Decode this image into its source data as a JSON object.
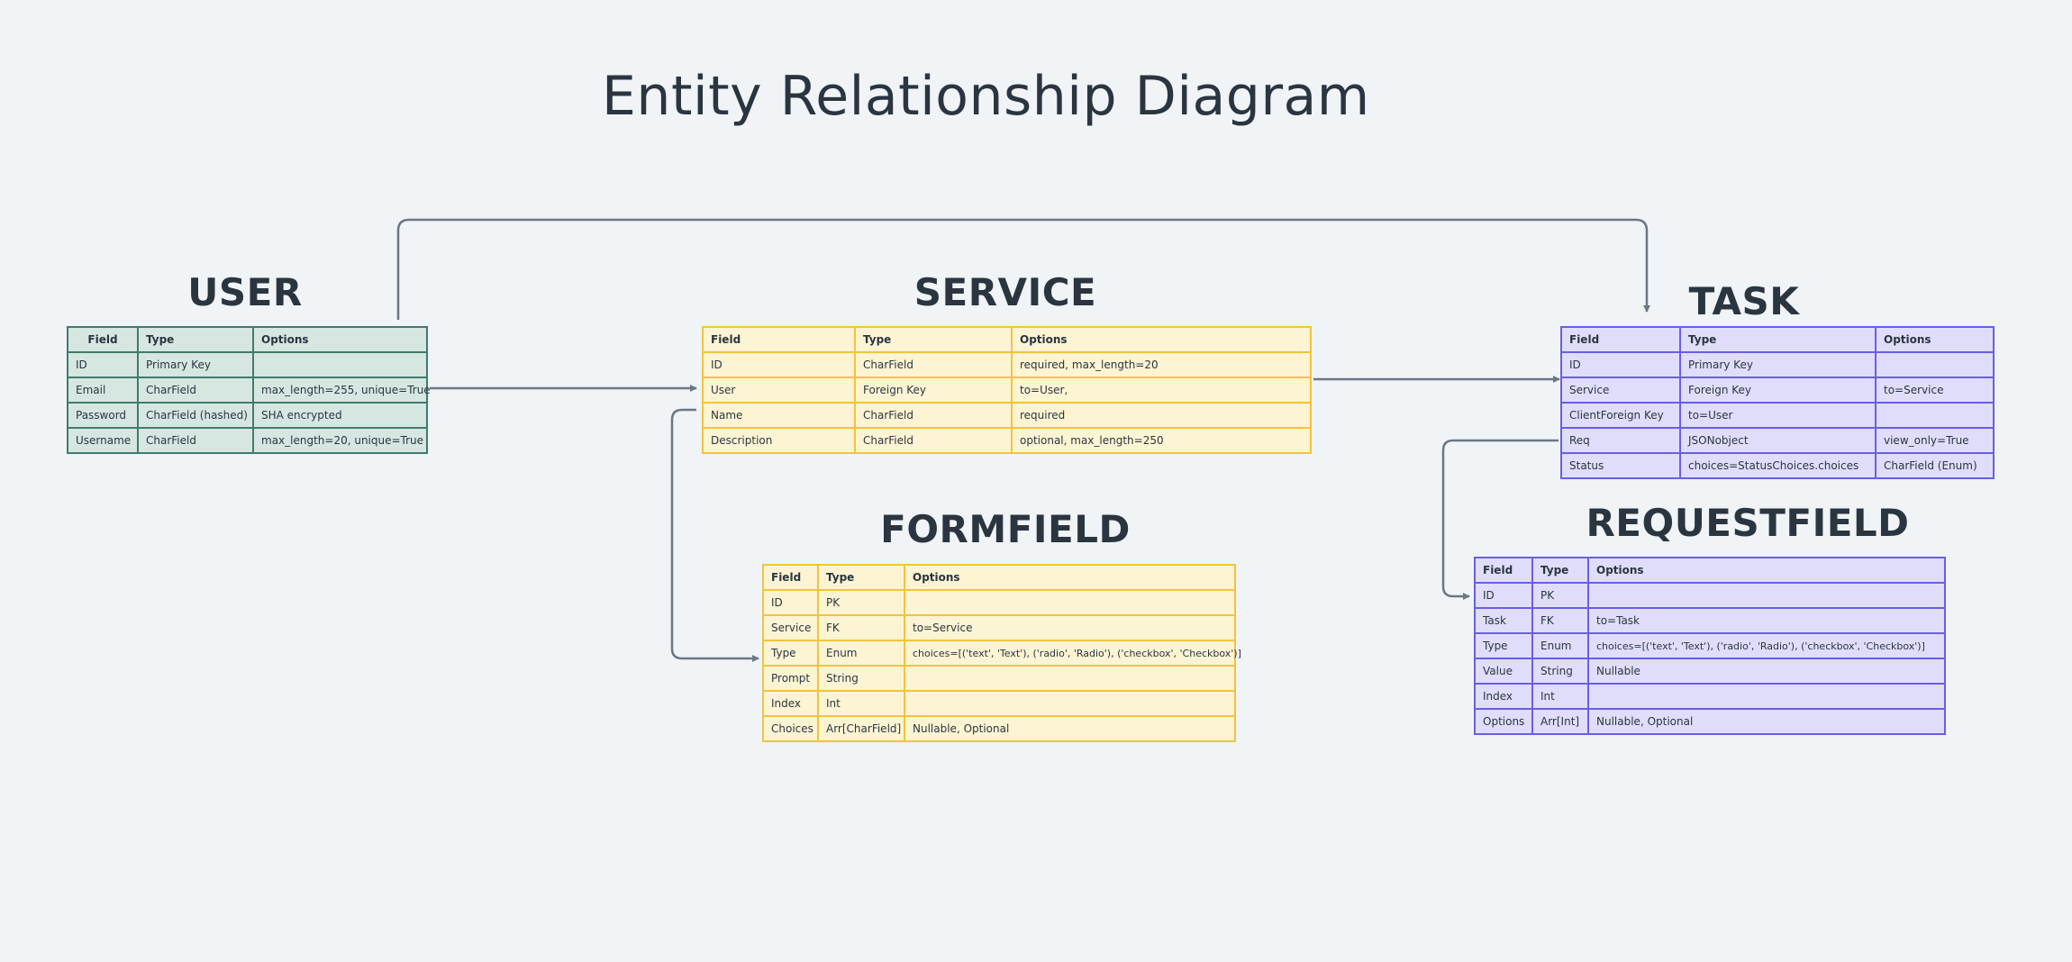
{
  "title": "Entity Relationship Diagram",
  "colors": {
    "background": "#f0f4f7",
    "connector": "#6c7785",
    "user_table": "#d6e6e1",
    "service_table": "#fdf4d3",
    "task_table": "#dfddfa"
  },
  "entities": {
    "user": {
      "name": "USER",
      "headers": [
        "Field",
        "Type",
        "Options"
      ],
      "rows": [
        [
          "ID",
          "Primary Key",
          ""
        ],
        [
          "Email",
          "CharField",
          "max_length=255, unique=True"
        ],
        [
          "Password",
          "CharField (hashed)",
          "SHA encrypted"
        ],
        [
          "Username",
          "CharField",
          "max_length=20, unique=True"
        ]
      ]
    },
    "service": {
      "name": "SERVICE",
      "headers": [
        "Field",
        "Type",
        "Options"
      ],
      "rows": [
        [
          "ID",
          "CharField",
          "required, max_length=20"
        ],
        [
          "User",
          "Foreign Key",
          "to=User,"
        ],
        [
          "Name",
          "CharField",
          "required"
        ],
        [
          "Description",
          "CharField",
          "optional, max_length=250"
        ]
      ]
    },
    "task": {
      "name": "TASK",
      "headers": [
        "Field",
        "Type",
        "Options"
      ],
      "rows": [
        [
          "ID",
          "Primary Key",
          ""
        ],
        [
          "Service",
          "Foreign Key",
          "to=Service"
        ],
        [
          "ClientForeign Key",
          "to=User",
          ""
        ],
        [
          "Req",
          "JSONobject",
          "view_only=True"
        ],
        [
          "Status",
          "choices=StatusChoices.choices",
          "CharField (Enum)"
        ]
      ]
    },
    "formfield": {
      "name": "FORMFIELD",
      "headers": [
        "Field",
        "Type",
        "Options"
      ],
      "rows": [
        [
          "ID",
          "PK",
          ""
        ],
        [
          "Service",
          "FK",
          "to=Service"
        ],
        [
          "Type",
          "Enum",
          "choices=[('text', 'Text'), ('radio', 'Radio'), ('checkbox', 'Checkbox')]"
        ],
        [
          "Prompt",
          "String",
          ""
        ],
        [
          "Index",
          "Int",
          ""
        ],
        [
          "Choices",
          "Arr[CharField]",
          "Nullable, Optional"
        ]
      ]
    },
    "requestfield": {
      "name": "REQUESTFIELD",
      "headers": [
        "Field",
        "Type",
        "Options"
      ],
      "rows": [
        [
          "ID",
          "PK",
          ""
        ],
        [
          "Task",
          "FK",
          "to=Task"
        ],
        [
          "Type",
          "Enum",
          "choices=[('text', 'Text'), ('radio', 'Radio'), ('checkbox', 'Checkbox')]"
        ],
        [
          "Value",
          "String",
          "Nullable"
        ],
        [
          "Index",
          "Int",
          ""
        ],
        [
          "Options",
          "Arr[Int]",
          "Nullable, Optional"
        ]
      ]
    }
  },
  "relationships": [
    {
      "from": "user",
      "to": "service",
      "label": ""
    },
    {
      "from": "user",
      "to": "task",
      "label": ""
    },
    {
      "from": "service",
      "to": "task",
      "label": ""
    },
    {
      "from": "service",
      "to": "formfield",
      "label": ""
    },
    {
      "from": "task",
      "to": "requestfield",
      "label": ""
    }
  ]
}
